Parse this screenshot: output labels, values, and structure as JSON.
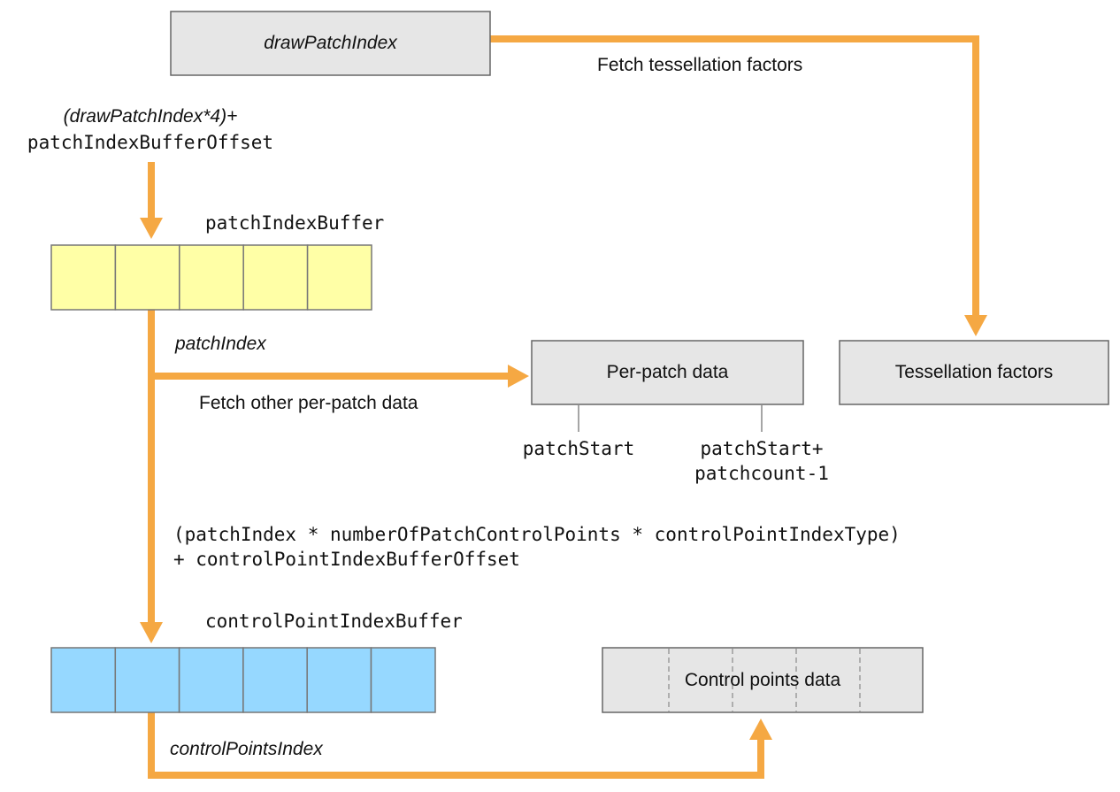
{
  "colors": {
    "arrow": "#F5A843",
    "box_fill": "#E6E6E6",
    "box_stroke": "#666666",
    "patch_index_buffer_fill": "#FFFFA6",
    "control_point_index_buffer_fill": "#96D8FF"
  },
  "boxes": {
    "draw_patch_index": "drawPatchIndex",
    "per_patch_data": "Per-patch data",
    "tessellation_factors": "Tessellation factors",
    "control_points_data": "Control points data"
  },
  "labels": {
    "fetch_tessellation_factors": "Fetch tessellation factors",
    "patch_index_expr_line1": "(drawPatchIndex*4)+",
    "patch_index_expr_line2": "patchIndexBufferOffset",
    "patch_index_buffer": "patchIndexBuffer",
    "patch_index": "patchIndex",
    "fetch_other_per_patch_data": "Fetch other per-patch data",
    "patch_start": "patchStart",
    "patch_end_line1": "patchStart+",
    "patch_end_line2": "patchcount-1",
    "control_point_expr_line1": "(patchIndex * numberOfPatchControlPoints * controlPointIndexType)",
    "control_point_expr_line2": "+ controlPointIndexBufferOffset",
    "control_point_index_buffer": "controlPointIndexBuffer",
    "control_points_index": "controlPointsIndex"
  }
}
